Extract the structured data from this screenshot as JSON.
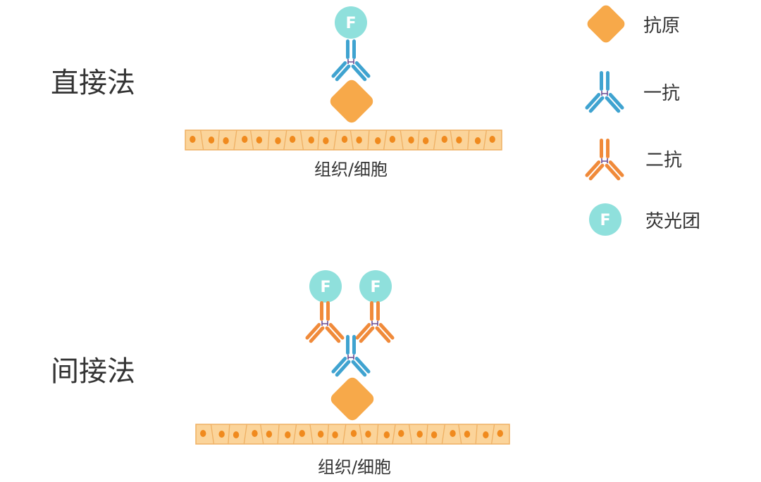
{
  "direct": {
    "title": "直接法",
    "tissue_label": "组织/细胞",
    "fluor_letter": "F"
  },
  "indirect": {
    "title": "间接法",
    "tissue_label": "组织/细胞",
    "fluor_letters": [
      "F",
      "F"
    ]
  },
  "legend": {
    "antigen": "抗原",
    "primary_antibody": "一抗",
    "secondary_antibody": "二抗",
    "fluorophore": "荧光团",
    "fluorophore_letter": "F"
  },
  "colors": {
    "antigen": "#F7A94A",
    "primary_antibody": "#3FA3D0",
    "secondary_antibody": "#F08A3A",
    "fluorophore": "#8FE0DC",
    "cell_fill": "#FBD49A",
    "cell_border": "#EFB063",
    "nucleus": "#F08A1E",
    "linker": "#6A4C93"
  }
}
